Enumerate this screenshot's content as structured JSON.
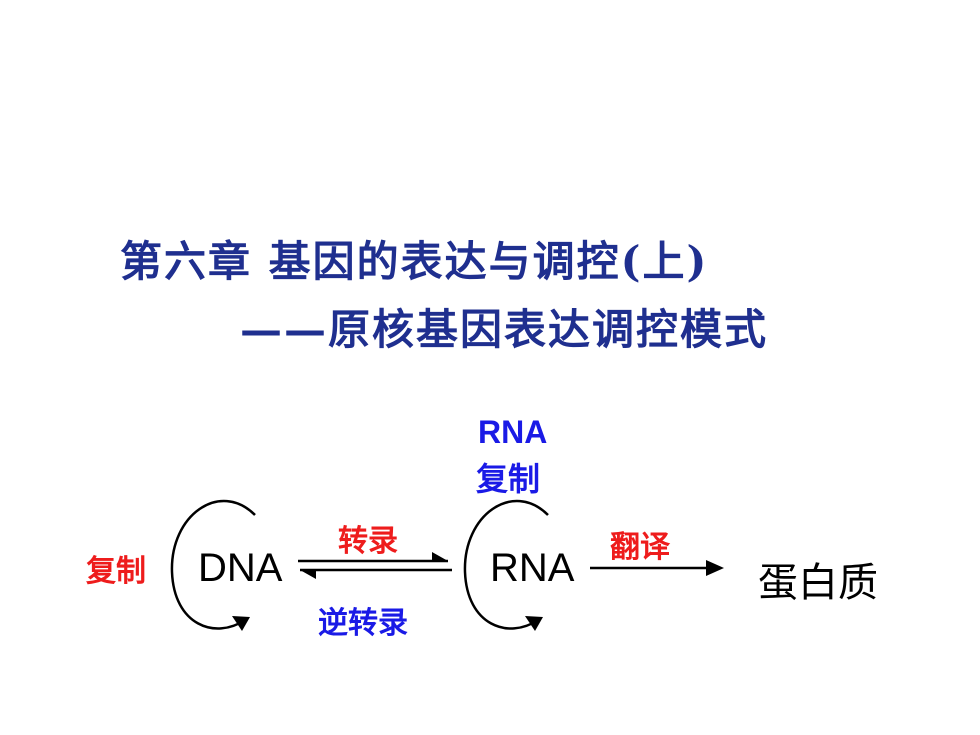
{
  "title": {
    "line1": "第六章  基因的表达与调控(上)",
    "line2": "——原核基因表达调控模式"
  },
  "diagram": {
    "nodes": {
      "dna": "DNA",
      "rna": "RNA",
      "protein": "蛋白质"
    },
    "labels": {
      "dna_replication": "复制",
      "transcription": "转录",
      "reverse_transcription": "逆转录",
      "rna_replication_line1": "RNA",
      "rna_replication_line2": "复制",
      "translation": "翻译"
    },
    "colors": {
      "red": "#ee1c1c",
      "blue": "#1a1ae6",
      "title": "#1f2f8f"
    }
  }
}
